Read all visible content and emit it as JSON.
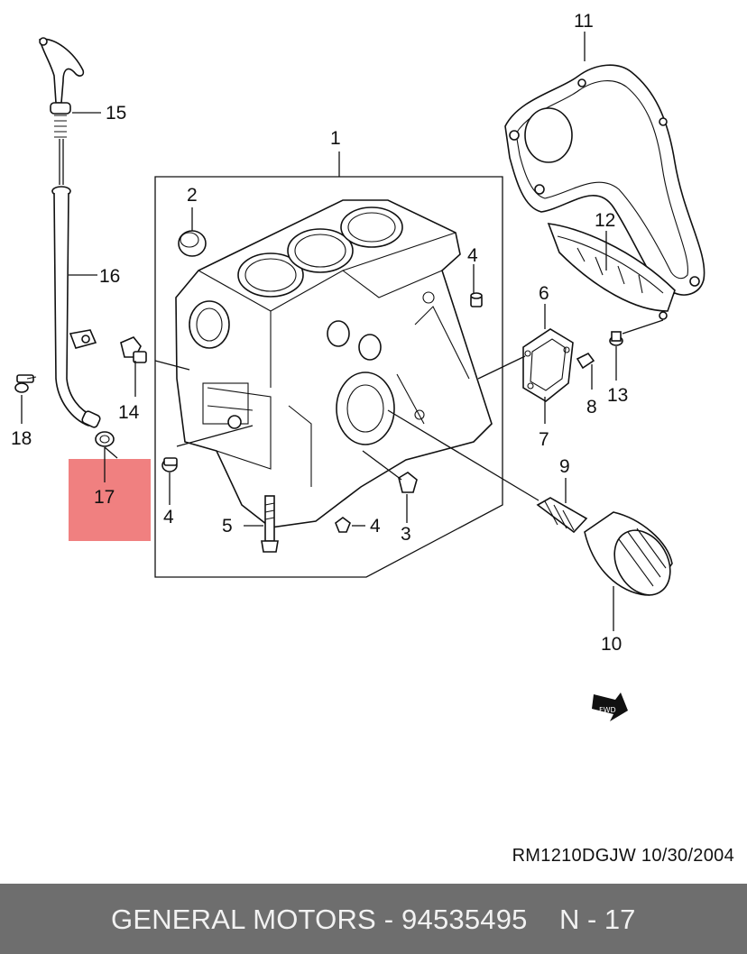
{
  "diagram": {
    "highlight_color": "#f08080",
    "callouts": {
      "c1": "1",
      "c2": "2",
      "c3": "3",
      "c4a": "4",
      "c4b": "4",
      "c4c": "4",
      "c5": "5",
      "c6": "6",
      "c7": "7",
      "c8": "8",
      "c9": "9",
      "c10": "10",
      "c11": "11",
      "c12": "12",
      "c13": "13",
      "c14": "14",
      "c15": "15",
      "c16": "16",
      "c17": "17",
      "c18": "18"
    },
    "ref_code": "RM1210DGJW  10/30/2004"
  },
  "footer": {
    "title": "GENERAL MOTORS - 94535495",
    "page": "N - 17",
    "background": "#6e6e6e"
  }
}
